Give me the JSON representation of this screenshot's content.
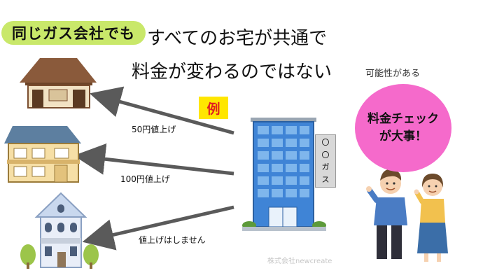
{
  "badge_same_gas": "同じガス会社でも",
  "headline_line1": "すべてのお宅が共通で",
  "headline_line2": "料金が変わるのではない",
  "possibility_note": "可能性がある",
  "example_label": "例",
  "price_check_line1": "料金チェック",
  "price_check_line2": "が大事！",
  "arrows": [
    {
      "label": "50円値上げ"
    },
    {
      "label": "100円値上げ"
    },
    {
      "label": "値上げはしません"
    }
  ],
  "gas_company_sign": [
    "〇",
    "〇",
    "ガ",
    "ス"
  ],
  "copyright": "株式会社newcreate",
  "colors": {
    "badge_green": "#c9e86a",
    "bubble_pink": "#f56acb",
    "example_yellow": "#ffe600",
    "example_red": "#e02020",
    "arrow_gray": "#5a5a5a",
    "building_blue": "#3f84d6"
  }
}
